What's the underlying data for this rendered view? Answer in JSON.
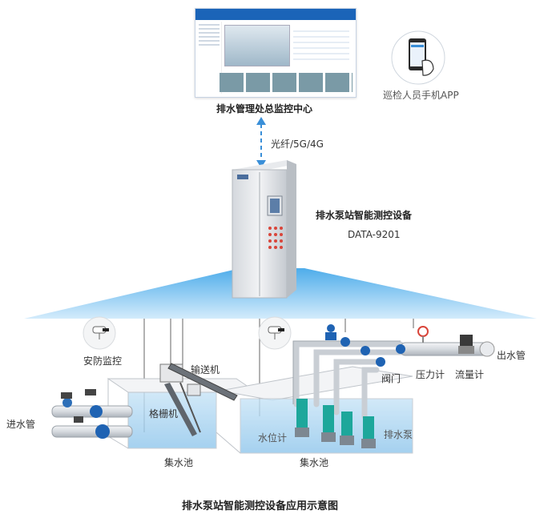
{
  "center": {
    "label": "排水管理处总监控中心"
  },
  "app": {
    "label": "巡检人员手机APP"
  },
  "link": {
    "label": "光纤/5G/4G"
  },
  "device": {
    "name": "排水泵站智能测控设备",
    "model": "DATA-9201"
  },
  "site_labels": {
    "security": "安防监控",
    "conveyor": "输送机",
    "grille": "格栅机",
    "inlet": "进水管",
    "outlet": "出水管",
    "valve": "阀门",
    "pressure": "压力计",
    "flowmeter": "流量计",
    "water_level": "水位计",
    "pump": "排水泵",
    "tank_left": "集水池",
    "tank_right": "集水池"
  },
  "caption": "排水泵站智能测控设备应用示意图"
}
